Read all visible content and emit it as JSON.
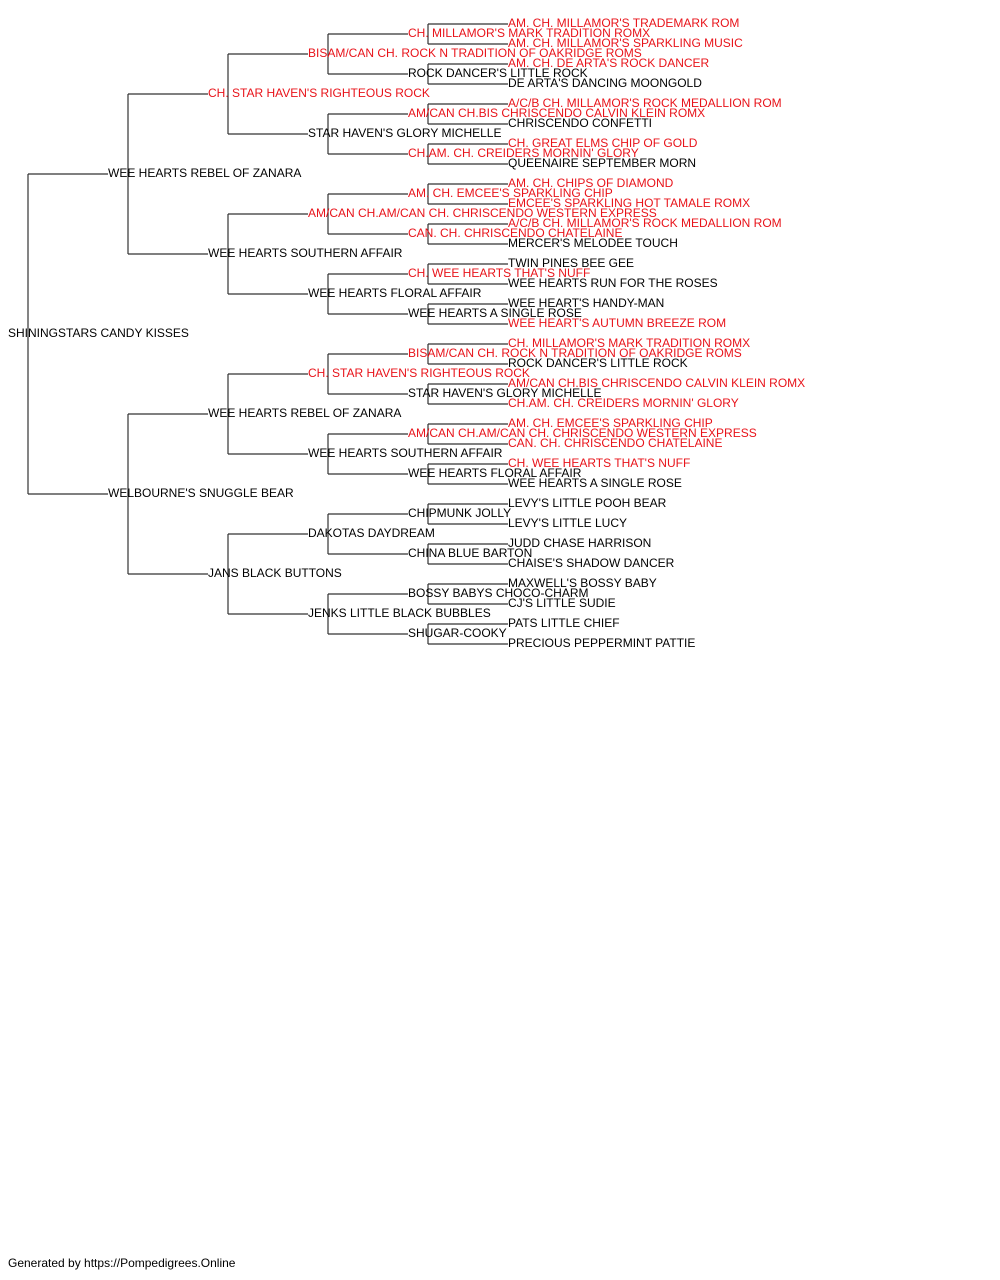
{
  "colors": {
    "champion": "#e8131a",
    "normal": "#000000",
    "line": "#333333"
  },
  "footer": "Generated by https://Pompedigrees.Online",
  "pedigree": {
    "name": "SHININGSTARS CANDY KISSES",
    "ch": false,
    "sire": {
      "name": "WEE HEARTS REBEL OF ZANARA",
      "ch": false,
      "sire": {
        "name": "CH. STAR HAVEN'S RIGHTEOUS ROCK",
        "ch": true,
        "sire": {
          "name": "BISAM/CAN CH. ROCK N TRADITION OF OAKRIDGE ROMS",
          "ch": true,
          "sire": {
            "name": "CH. MILLAMOR'S MARK TRADITION ROMX",
            "ch": true,
            "sire": {
              "name": "AM. CH. MILLAMOR'S TRADEMARK ROM",
              "ch": true
            },
            "dam": {
              "name": "AM. CH. MILLAMOR'S SPARKLING MUSIC",
              "ch": true
            }
          },
          "dam": {
            "name": "ROCK DANCER'S LITTLE ROCK",
            "ch": false,
            "sire": {
              "name": "AM. CH. DE ARTA'S ROCK DANCER",
              "ch": true
            },
            "dam": {
              "name": "DE ARTA'S DANCING MOONGOLD",
              "ch": false
            }
          }
        },
        "dam": {
          "name": "STAR HAVEN'S GLORY MICHELLE",
          "ch": false,
          "sire": {
            "name": "AM/CAN CH.BIS CHRISCENDO CALVIN KLEIN ROMX",
            "ch": true,
            "sire": {
              "name": "A/C/B CH. MILLAMOR'S ROCK MEDALLION ROM",
              "ch": true
            },
            "dam": {
              "name": "CHRISCENDO CONFETTI",
              "ch": false
            }
          },
          "dam": {
            "name": "CH.AM. CH. CREIDERS MORNIN' GLORY",
            "ch": true,
            "sire": {
              "name": "CH. GREAT ELMS CHIP OF GOLD",
              "ch": true
            },
            "dam": {
              "name": "QUEENAIRE SEPTEMBER MORN",
              "ch": false
            }
          }
        }
      },
      "dam": {
        "name": "WEE HEARTS SOUTHERN AFFAIR",
        "ch": false,
        "sire": {
          "name": "AM/CAN CH.AM/CAN CH. CHRISCENDO WESTERN EXPRESS",
          "ch": true,
          "sire": {
            "name": "AM. CH. EMCEE'S SPARKLING CHIP",
            "ch": true,
            "sire": {
              "name": "AM. CH. CHIPS OF DIAMOND",
              "ch": true
            },
            "dam": {
              "name": "EMCEE'S SPARKLING HOT TAMALE ROMX",
              "ch": true
            }
          },
          "dam": {
            "name": "CAN. CH. CHRISCENDO CHATELAINE",
            "ch": true,
            "sire": {
              "name": "A/C/B CH. MILLAMOR'S ROCK MEDALLION ROM",
              "ch": true
            },
            "dam": {
              "name": "MERCER'S MELODEE TOUCH",
              "ch": false
            }
          }
        },
        "dam": {
          "name": "WEE HEARTS FLORAL AFFAIR",
          "ch": false,
          "sire": {
            "name": "CH. WEE HEARTS THAT'S NUFF",
            "ch": true,
            "sire": {
              "name": "TWIN PINES BEE GEE",
              "ch": false
            },
            "dam": {
              "name": "WEE HEARTS RUN FOR THE ROSES",
              "ch": false
            }
          },
          "dam": {
            "name": "WEE HEARTS A SINGLE ROSE",
            "ch": false,
            "sire": {
              "name": "WEE HEART'S HANDY-MAN",
              "ch": false
            },
            "dam": {
              "name": "WEE HEART'S AUTUMN BREEZE ROM",
              "ch": true
            }
          }
        }
      }
    },
    "dam": {
      "name": "WELBOURNE'S SNUGGLE BEAR",
      "ch": false,
      "sire": {
        "name": "WEE HEARTS REBEL OF ZANARA",
        "ch": false,
        "sire": {
          "name": "CH. STAR HAVEN'S RIGHTEOUS ROCK",
          "ch": true,
          "sire": {
            "name": "BISAM/CAN CH. ROCK N TRADITION OF OAKRIDGE ROMS",
            "ch": true,
            "sire": {
              "name": "CH. MILLAMOR'S MARK TRADITION ROMX",
              "ch": true
            },
            "dam": {
              "name": "ROCK DANCER'S LITTLE ROCK",
              "ch": false
            }
          },
          "dam": {
            "name": "STAR HAVEN'S GLORY MICHELLE",
            "ch": false,
            "sire": {
              "name": "AM/CAN CH.BIS CHRISCENDO CALVIN KLEIN ROMX",
              "ch": true
            },
            "dam": {
              "name": "CH.AM. CH. CREIDERS MORNIN' GLORY",
              "ch": true
            }
          }
        },
        "dam": {
          "name": "WEE HEARTS SOUTHERN AFFAIR",
          "ch": false,
          "sire": {
            "name": "AM/CAN CH.AM/CAN CH. CHRISCENDO WESTERN EXPRESS",
            "ch": true,
            "sire": {
              "name": "AM. CH. EMCEE'S SPARKLING CHIP",
              "ch": true
            },
            "dam": {
              "name": "CAN. CH. CHRISCENDO CHATELAINE",
              "ch": true
            }
          },
          "dam": {
            "name": "WEE HEARTS FLORAL AFFAIR",
            "ch": false,
            "sire": {
              "name": "CH. WEE HEARTS THAT'S NUFF",
              "ch": true
            },
            "dam": {
              "name": "WEE HEARTS A SINGLE ROSE",
              "ch": false
            }
          }
        }
      },
      "dam": {
        "name": "JANS BLACK BUTTONS",
        "ch": false,
        "sire": {
          "name": "DAKOTAS DAYDREAM",
          "ch": false,
          "sire": {
            "name": "CHIPMUNK JOLLY",
            "ch": false,
            "sire": {
              "name": "LEVY'S LITTLE POOH BEAR",
              "ch": false
            },
            "dam": {
              "name": "LEVY'S LITTLE LUCY",
              "ch": false
            }
          },
          "dam": {
            "name": "CHINA BLUE BARTON",
            "ch": false,
            "sire": {
              "name": "JUDD CHASE HARRISON",
              "ch": false
            },
            "dam": {
              "name": "CHAISE'S SHADOW DANCER",
              "ch": false
            }
          }
        },
        "dam": {
          "name": "JENKS LITTLE BLACK BUBBLES",
          "ch": false,
          "sire": {
            "name": "BOSSY BABYS CHOCO-CHARM",
            "ch": false,
            "sire": {
              "name": "MAXWELL'S BOSSY BABY",
              "ch": false
            },
            "dam": {
              "name": "CJ'S LITTLE SUDIE",
              "ch": false
            }
          },
          "dam": {
            "name": "SHUGAR-COOKY",
            "ch": false,
            "sire": {
              "name": "PATS LITTLE CHIEF",
              "ch": false
            },
            "dam": {
              "name": "PRECIOUS PEPPERMINT PATTIE",
              "ch": false
            }
          }
        }
      }
    }
  }
}
